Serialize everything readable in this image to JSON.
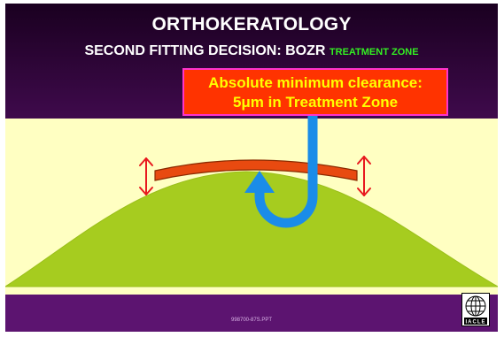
{
  "slide": {
    "title": "ORTHOKERATOLOGY",
    "subtitle": "SECOND FITTING DECISION: BOZR",
    "subtitle_tag": "TREATMENT ZONE",
    "callout": {
      "line1": "Absolute minimum clearance:",
      "line2": "5μm in Treatment Zone"
    },
    "file_ref": "998700-87S.PPT",
    "logo_text": "IACLE"
  },
  "colors": {
    "header_bg": "#2b0033",
    "body_bg": "#ffffc2",
    "footer_bg": "#5c1470",
    "cornea": "#a6cc1f",
    "lens": "#e84a10",
    "arrow_blue": "#1a8ce8",
    "arrow_red": "#e8191e",
    "callout_fill": "#ff3300",
    "callout_border": "#ff33cc",
    "callout_text": "#ffff00",
    "tag_green": "#33ee22"
  },
  "icons": [
    "clearance-arrow-left-icon",
    "clearance-arrow-right-icon",
    "flow-arrow-icon",
    "globe-logo-icon"
  ]
}
